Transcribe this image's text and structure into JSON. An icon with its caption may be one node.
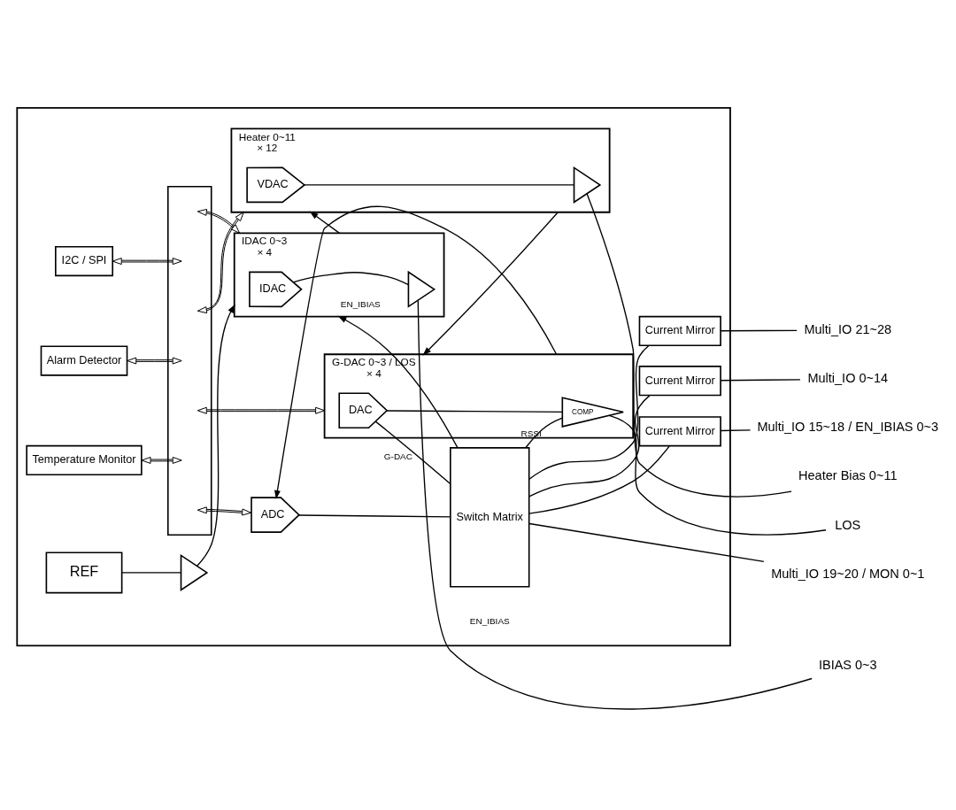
{
  "diagram": {
    "nodes": [
      {
        "text": [],
        "shape": "box"
      },
      {
        "text": [
          "REF"
        ],
        "in": 0
      },
      {
        "text": [],
        "shape": "triangle",
        "in": 0
      },
      {
        "text": [
          "IDAC 0~3",
          "× 4"
        ],
        "in": 0
      },
      {
        "text": [
          "IDAC"
        ],
        "in": 3
      },
      {
        "text": [],
        "shape": "triangle",
        "in": 3
      },
      {
        "text": [],
        "shape": "bar",
        "in": 0
      },
      {
        "text": [
          "I2C / SPI"
        ],
        "in": 0
      },
      {
        "text": [
          "IBIAS 0~3"
        ]
      },
      {
        "text": [
          "Heater 0~11",
          "× 12"
        ],
        "in": 0
      },
      {
        "text": [
          "VDAC"
        ],
        "in": 9
      },
      {
        "text": [],
        "shape": "triangle",
        "in": 9
      },
      {
        "text": [
          "Heater Bias 0~11"
        ]
      },
      {
        "text": [
          "Alarm Detector"
        ],
        "in": 0
      },
      {
        "text": [
          "G-DAC 0~3 / LOS",
          "× 4"
        ],
        "in": 0
      },
      {
        "text": [
          "DAC"
        ],
        "in": 14
      },
      {
        "text": [
          "COMP"
        ],
        "in": 14
      },
      {
        "text": [
          "LOS"
        ]
      },
      {
        "text": [
          "Temperature Monitor"
        ],
        "in": 0
      },
      {
        "text": [
          "ADC"
        ],
        "in": 0
      },
      {
        "text": [
          "Switch Matrix"
        ],
        "in": 0
      },
      {
        "text": [
          "Current Mirror"
        ],
        "in": 0
      },
      {
        "text": [
          "Multi_IO 0~14"
        ]
      },
      {
        "text": [
          "Current Mirror"
        ],
        "in": 0
      },
      {
        "text": [
          "Multi_IO 15~18 / EN_IBIAS 0~3"
        ]
      },
      {
        "text": [
          "Multi_IO 19~20 / MON 0~1"
        ]
      },
      {
        "text": [
          "Current Mirror"
        ],
        "in": 0
      },
      {
        "text": [
          "Multi_IO 21~28"
        ]
      }
    ],
    "edges": [
      {
        "from": 1,
        "to": 2,
        "arrow": "none"
      },
      {
        "from": 2,
        "to": 3,
        "arrow": "to"
      },
      {
        "from": 20,
        "to": 3,
        "arrow": "to",
        "label": "EN_IBIAS"
      },
      {
        "from": 7,
        "to": 6,
        "arrow": "both"
      },
      {
        "from": 6,
        "to": 3,
        "arrow": "both"
      },
      {
        "from": 4,
        "to": 5,
        "arrow": "none"
      },
      {
        "from": 5,
        "to": 8,
        "arrow": "none"
      },
      {
        "from": 3,
        "to": 9,
        "arrow": "to"
      },
      {
        "from": 6,
        "to": 9,
        "arrow": "both"
      },
      {
        "from": 10,
        "to": 11,
        "arrow": "none"
      },
      {
        "from": 11,
        "to": 12,
        "arrow": "none"
      },
      {
        "from": 13,
        "to": 6,
        "arrow": "both"
      },
      {
        "from": 9,
        "to": 14,
        "arrow": "to"
      },
      {
        "from": 6,
        "to": 14,
        "arrow": "both"
      },
      {
        "from": 15,
        "to": 16,
        "arrow": "none"
      },
      {
        "from": 15,
        "to": 20,
        "arrow": "none",
        "label": "G-DAC"
      },
      {
        "from": 20,
        "to": 16,
        "arrow": "none",
        "label": "RSSI"
      },
      {
        "from": 16,
        "to": 17,
        "arrow": "none"
      },
      {
        "from": 18,
        "to": 6,
        "arrow": "both"
      },
      {
        "from": 14,
        "to": 19,
        "arrow": "to"
      },
      {
        "from": 6,
        "to": 19,
        "arrow": "both"
      },
      {
        "from": 19,
        "to": 20,
        "arrow": "none"
      },
      {
        "from": 20,
        "to": 21,
        "arrow": "none"
      },
      {
        "from": 21,
        "to": 22,
        "arrow": "none"
      },
      {
        "from": 20,
        "to": 23,
        "arrow": "none"
      },
      {
        "from": 23,
        "to": 24,
        "arrow": "none"
      },
      {
        "from": 20,
        "to": 25,
        "arrow": "none"
      },
      {
        "from": 20,
        "to": 26,
        "arrow": "none"
      },
      {
        "from": 26,
        "to": 27,
        "arrow": "none"
      }
    ],
    "labels": [
      "EN_IBIAS"
    ]
  }
}
